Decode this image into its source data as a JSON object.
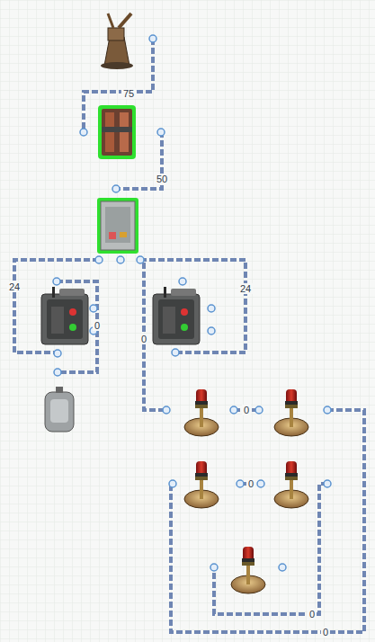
{
  "diagram": {
    "labels": [
      "75",
      "50",
      "24",
      "0",
      "24",
      "0",
      "0",
      "0",
      "0",
      "0"
    ]
  }
}
